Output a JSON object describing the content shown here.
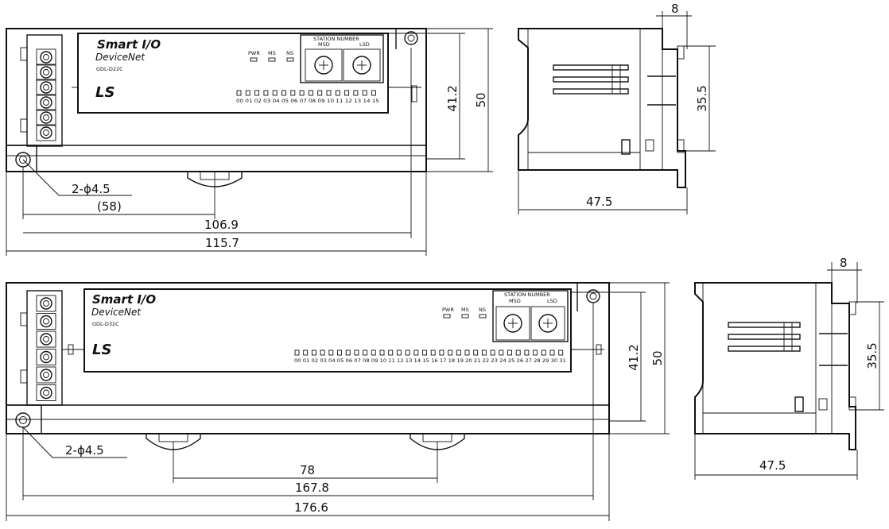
{
  "top": {
    "brand_title": "Smart I/O",
    "brand_network": "DeviceNet",
    "model": "GDL-D22C",
    "logo": "LS",
    "leds": [
      "PWR",
      "MS",
      "NS"
    ],
    "station_label": "STATION NUMBER",
    "msd_label": "MSD",
    "lsd_label": "LSD",
    "channels": "00 01 02 03 04 05 06 07 08 09 10 11 12 13 14 15",
    "hole_label": "2-ϕ4.5",
    "dim_58": "(58)",
    "dim_1069": "106.9",
    "dim_1157": "115.7",
    "dim_412": "41.2",
    "dim_50": "50",
    "side_8": "8",
    "side_355": "35.5",
    "side_475": "47.5"
  },
  "bottom": {
    "brand_title": "Smart I/O",
    "brand_network": "DeviceNet",
    "model": "GDL-D32C",
    "logo": "LS",
    "leds": [
      "PWR",
      "MS",
      "NS"
    ],
    "station_label": "STATION NUMBER",
    "msd_label": "MSD",
    "lsd_label": "LSD",
    "channels": "00 01 02 03 04 05 06 07 08 09 10 11 12 13 14 15 16 17 18 19 20 21 22 23 24 25 26 27 28 29 30 31",
    "hole_label": "2-ϕ4.5",
    "dim_78": "78",
    "dim_1678": "167.8",
    "dim_1766": "176.6",
    "dim_412": "41.2",
    "dim_50": "50",
    "side_8": "8",
    "side_355": "35.5",
    "side_475": "47.5"
  }
}
